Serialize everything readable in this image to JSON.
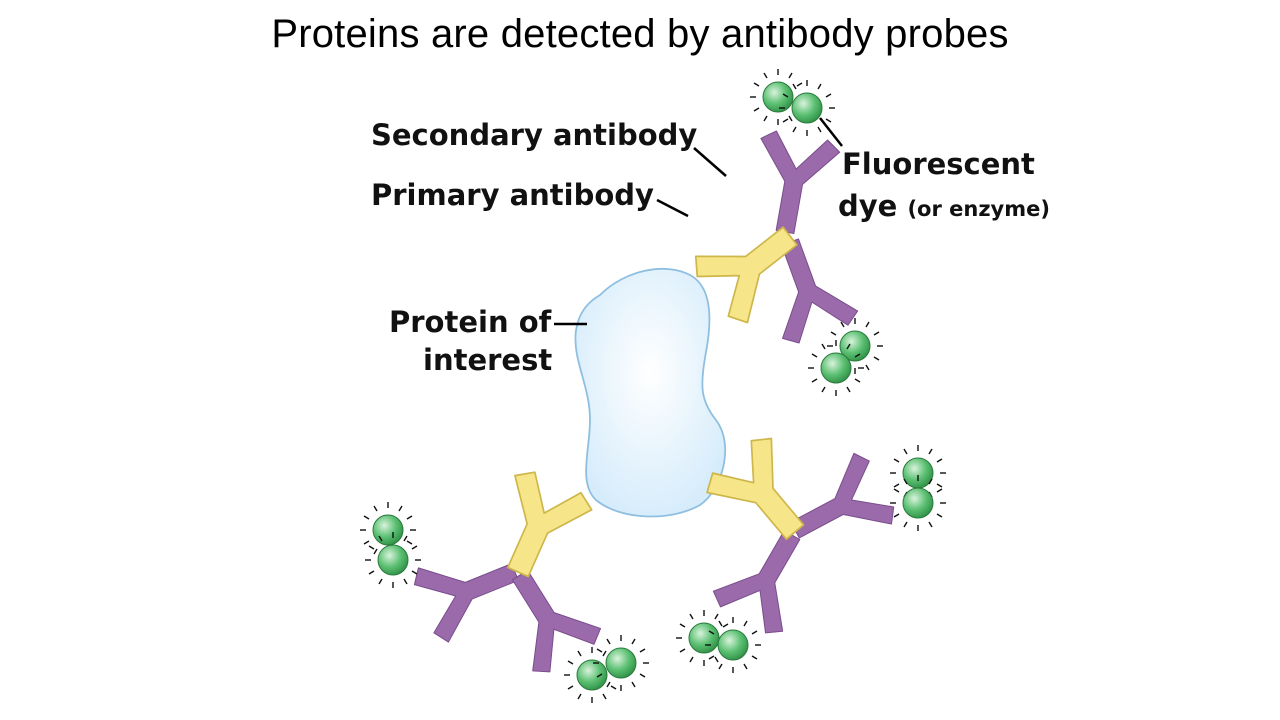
{
  "title": "Proteins are detected by antibody probes",
  "labels": {
    "secondary_antibody": "Secondary antibody",
    "primary_antibody": "Primary antibody",
    "fluorescent_line1": "Fluorescent",
    "fluorescent_line2": "dye",
    "fluorescent_note": "(or enzyme)",
    "protein_line1": "Protein of",
    "protein_line2": "interest"
  },
  "colors": {
    "protein_fill": "#dcefff",
    "protein_stroke": "#8fbfe0",
    "primary_antibody": "#f7e58a",
    "secondary_antibody": "#9a6aaa",
    "dye_green": "#3fae5a"
  },
  "components": {
    "primary_antibody_count": 3,
    "secondary_antibody_count": 6,
    "fluorescent_dye_pairs": 6
  }
}
